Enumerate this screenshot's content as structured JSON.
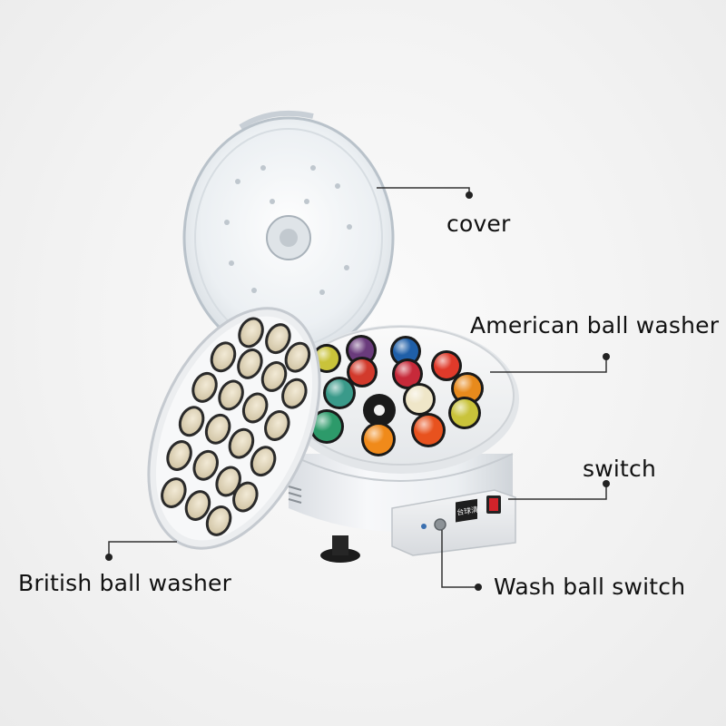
{
  "labels": {
    "cover": "cover",
    "american": "American ball washer",
    "switch": "switch",
    "british": "British ball washer",
    "wash_switch": "Wash ball switch"
  },
  "panel_text": "台球清洗",
  "colors": {
    "background": "#f2f2f2",
    "leader_line": "#333333",
    "body": "#eef0f2",
    "cup_beige": "#e6dcc2",
    "cup_rim": "#2a2a2a",
    "rocker_switch": "#d2232a"
  }
}
